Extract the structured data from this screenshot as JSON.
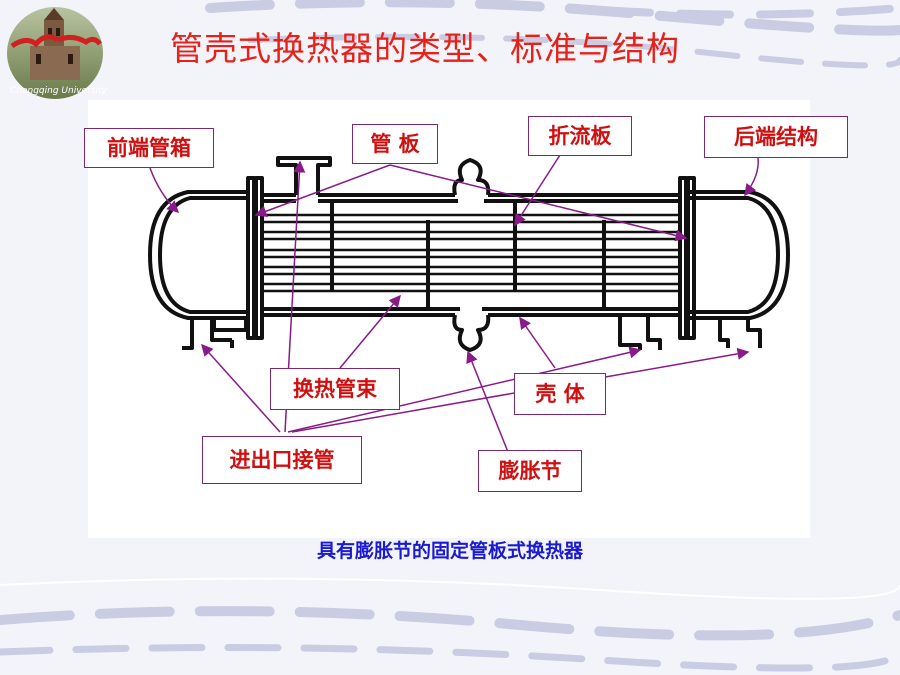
{
  "title": "管壳式换热器的类型、标准与结构",
  "logo_caption": "Chongqing University",
  "labels": {
    "front_head": "前端管箱",
    "tube_sheet": "管 板",
    "baffle": "折流板",
    "rear_head": "后端结构",
    "tube_bundle": "换热管束",
    "shell": "壳 体",
    "nozzle": "进出口接管",
    "expansion_joint": "膨胀节"
  },
  "caption": "具有膨胀节的固定管板式换热器",
  "colors": {
    "title": "#e8201a",
    "label_text": "#d01010",
    "label_border": "#7a2a6a",
    "leader": "#8a1a8a",
    "caption": "#1a1ad0"
  }
}
